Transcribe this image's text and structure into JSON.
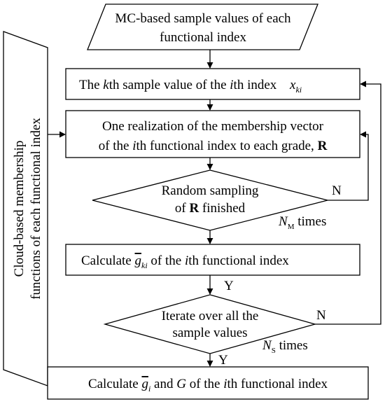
{
  "input": {
    "line1": "MC-based sample values of each",
    "line2": "functional index"
  },
  "side_input": {
    "line1": "Cloud-based membership",
    "line2": "functions of each functional index"
  },
  "sample_box": {
    "text": "The ",
    "k": "k",
    "mid": "th sample value of the ",
    "i": "i",
    "end": "th index",
    "var_x": "x",
    "var_sub": "ki"
  },
  "realization_box": {
    "line1": "One realization of the membership vector",
    "line2_pre": "of the ",
    "line2_i": "i",
    "line2_mid": "th functional index to each grade, ",
    "line2_R": "R"
  },
  "decision1": {
    "line1": "Random sampling",
    "line2_pre": "of ",
    "line2_R": "R",
    "line2_post": " finished",
    "no_label": "N",
    "count_var": "N",
    "count_sub": "M",
    "count_text": " times"
  },
  "calc_box": {
    "pre": "Calculate ",
    "var": "g",
    "sub": "ki",
    "post_pre": " of the ",
    "i": "i",
    "post": "th functional index",
    "yes_label": "Y"
  },
  "decision2": {
    "line1": "Iterate over all the",
    "line2": "sample values",
    "no_label": "N",
    "count_var": "N",
    "count_sub": "S",
    "count_text": " times",
    "yes_label": "Y"
  },
  "final_box": {
    "pre": "Calculate ",
    "var_g": "g",
    "sub": "i",
    "mid": " and ",
    "var_G": "G",
    "post_pre": " of the ",
    "i": "i",
    "post": "th functional index"
  }
}
